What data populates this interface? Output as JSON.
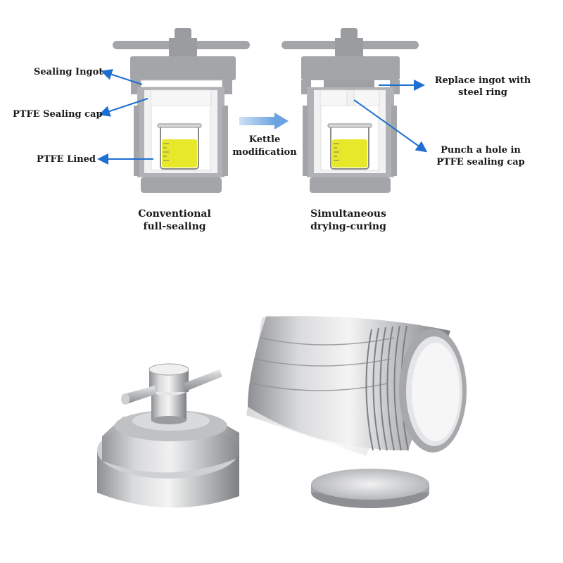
{
  "left_diagram": {
    "labels": {
      "sealing_ingot": "Sealing Ingot",
      "ptfe_sealing_cap": "PTFE Sealing cap",
      "ptfe_lined": "PTFE Lined"
    },
    "caption_line1": "Conventional",
    "caption_line2": "full-sealing"
  },
  "arrow_label": {
    "line1": "Kettle",
    "line2": "modification"
  },
  "right_diagram": {
    "labels": {
      "replace_line1": "Replace ingot with",
      "replace_line2": "steel ring",
      "punch_line1": "Punch a hole in",
      "punch_line2": "PTFE sealing cap"
    },
    "caption_line1": "Simultaneous",
    "caption_line2": "drying-curing"
  },
  "colors": {
    "arrow_blue": "#1f6fd1",
    "steel_gray": "#a3a5a8",
    "liquid": "#e8e82a"
  }
}
